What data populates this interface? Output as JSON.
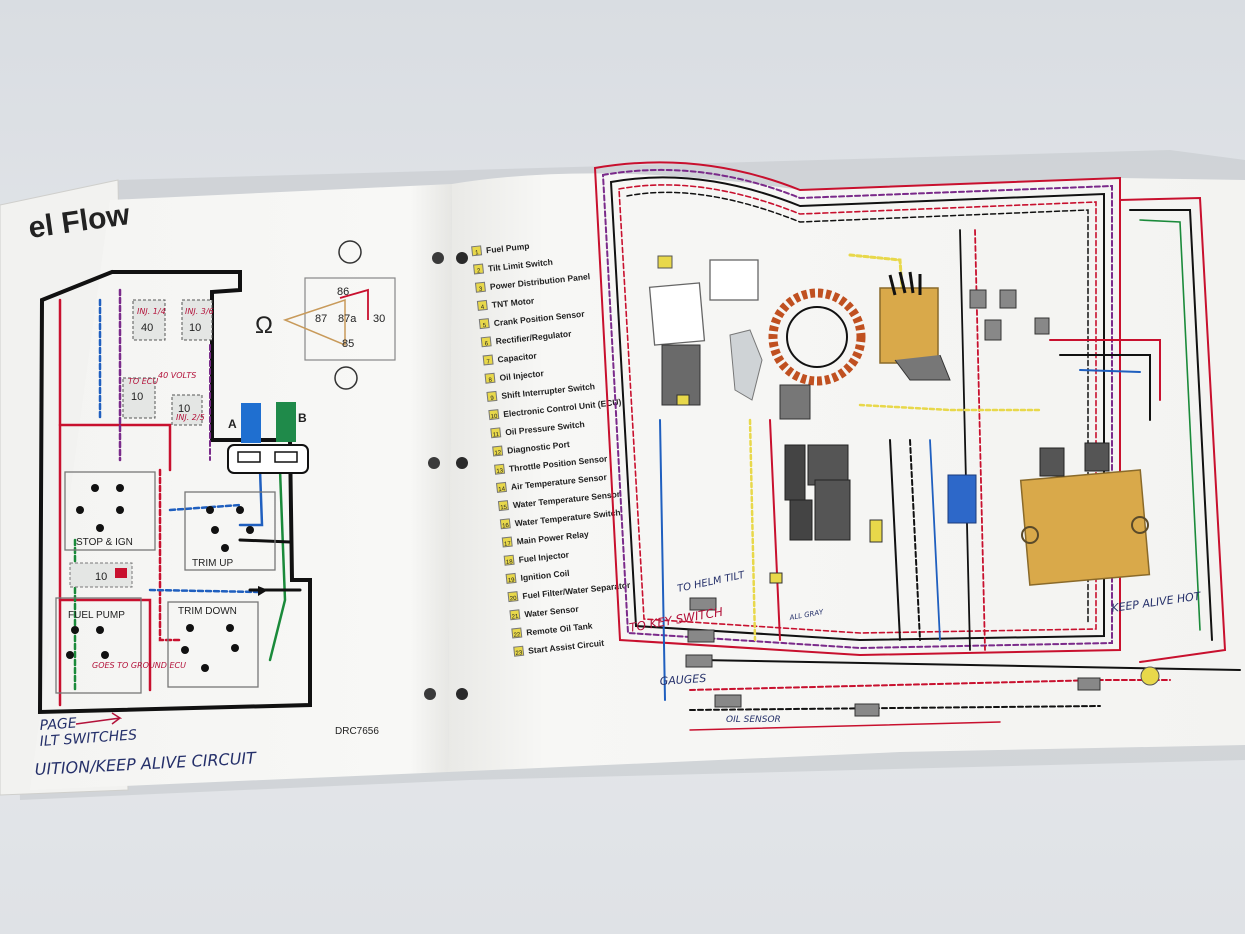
{
  "left_page": {
    "partial_title": "el Flow",
    "relay_terminals": [
      "86",
      "87",
      "87a",
      "30",
      "85"
    ],
    "ohm_symbol": "Ω",
    "connector_a": "A",
    "connector_b": "B",
    "injector_boxes": [
      {
        "label": "INJ. 1/4",
        "num": "40"
      },
      {
        "label": "INJ. 3/6",
        "num": "10"
      },
      {
        "label": "TO ECU",
        "num": "10"
      },
      {
        "label": "40 VOLTS",
        "num": ""
      },
      {
        "label": "INJ. 2/5",
        "num": "10"
      }
    ],
    "stop_ign_label": "STOP & IGN",
    "trim_up_label": "TRIM UP",
    "trim_down_label": "TRIM DOWN",
    "fuel_pump_label": "FUEL PUMP",
    "fuse_label": "10",
    "goes_to_ground": "GOES TO GROUND ECU",
    "drc_code": "DRC7656",
    "handwritten_note_1": "PAGE",
    "handwritten_note_2": "ILT SWITCHES",
    "handwritten_note_3": "UITION/KEEP ALIVE CIRCUIT"
  },
  "legend": {
    "items": [
      {
        "num": "1",
        "label": "Fuel Pump"
      },
      {
        "num": "2",
        "label": "Tilt Limit Switch"
      },
      {
        "num": "3",
        "label": "Power Distribution Panel"
      },
      {
        "num": "4",
        "label": "TNT Motor"
      },
      {
        "num": "5",
        "label": "Crank Position Sensor"
      },
      {
        "num": "6",
        "label": "Rectifier/Regulator"
      },
      {
        "num": "7",
        "label": "Capacitor"
      },
      {
        "num": "8",
        "label": "Oil Injector"
      },
      {
        "num": "9",
        "label": "Shift Interrupter Switch"
      },
      {
        "num": "10",
        "label": "Electronic Control Unit (ECU)"
      },
      {
        "num": "11",
        "label": "Oil Pressure Switch"
      },
      {
        "num": "12",
        "label": "Diagnostic Port"
      },
      {
        "num": "13",
        "label": "Throttle Position Sensor"
      },
      {
        "num": "14",
        "label": "Air Temperature Sensor"
      },
      {
        "num": "15",
        "label": "Water Temperature Sensor"
      },
      {
        "num": "16",
        "label": "Water Temperature Switch"
      },
      {
        "num": "17",
        "label": "Main Power Relay"
      },
      {
        "num": "18",
        "label": "Fuel Injector"
      },
      {
        "num": "19",
        "label": "Ignition Coil"
      },
      {
        "num": "20",
        "label": "Fuel Filter/Water Separator"
      },
      {
        "num": "21",
        "label": "Water Sensor"
      },
      {
        "num": "22",
        "label": "Remote Oil Tank"
      },
      {
        "num": "23",
        "label": "Start Assist Circuit"
      }
    ]
  },
  "right_page": {
    "note_to_helm": "TO HELM TILT",
    "note_key_switch": "TO KEY SWITCH",
    "note_gauges": "GAUGES",
    "note_oil_sensor": "OIL SENSOR",
    "note_keep_alive": "KEEP ALIVE HOT",
    "note_all_gray": "ALL GRAY"
  },
  "colors": {
    "wire_red": "#c8102e",
    "wire_black": "#111111",
    "wire_blue": "#1f5fbf",
    "wire_green": "#1a8a3a",
    "wire_yellow": "#e8d84a",
    "wire_purple": "#7a2a8a",
    "component_tan": "#d9a94a",
    "connector_blue": "#1f6fd0",
    "connector_green": "#1f8a4a",
    "handwriting_red": "#b3123a",
    "handwriting_navy": "#25306a"
  }
}
